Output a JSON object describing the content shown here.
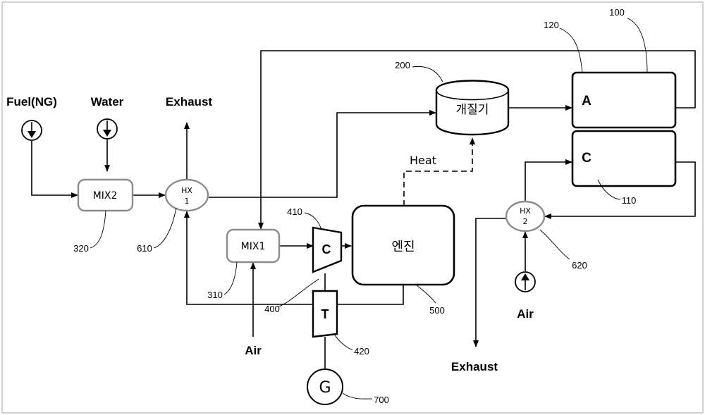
{
  "colors": {
    "stroke": "#000000",
    "mixer_border": "#8c8c8c",
    "background": "#ffffff"
  },
  "inputs": {
    "fuel": "Fuel(NG)",
    "water": "Water",
    "air_mix1": "Air",
    "air_hx2": "Air"
  },
  "outputs": {
    "exhaust_hx1": "Exhaust",
    "exhaust_hx2": "Exhaust"
  },
  "components": {
    "mix2": {
      "label": "MIX2",
      "ref": "320"
    },
    "mix1": {
      "label": "MIX1",
      "ref": "310"
    },
    "hx1": {
      "line1": "HX",
      "line2": "1",
      "ref": "610"
    },
    "hx2": {
      "line1": "HX",
      "line2": "2",
      "ref": "620"
    },
    "reformer": {
      "label": "개질기",
      "ref": "200"
    },
    "engine": {
      "label": "엔진",
      "ref": "500"
    },
    "compressor": {
      "label": "C",
      "ref": "410"
    },
    "turbine": {
      "label": "T",
      "ref": "420"
    },
    "shaft": {
      "ref": "400"
    },
    "generator": {
      "label": "G",
      "ref": "700"
    },
    "fuel_cell": {
      "ref": "100"
    },
    "anode": {
      "label": "A",
      "ref": "120"
    },
    "cathode": {
      "label": "C",
      "ref": "110"
    }
  },
  "heat_label": "Heat"
}
